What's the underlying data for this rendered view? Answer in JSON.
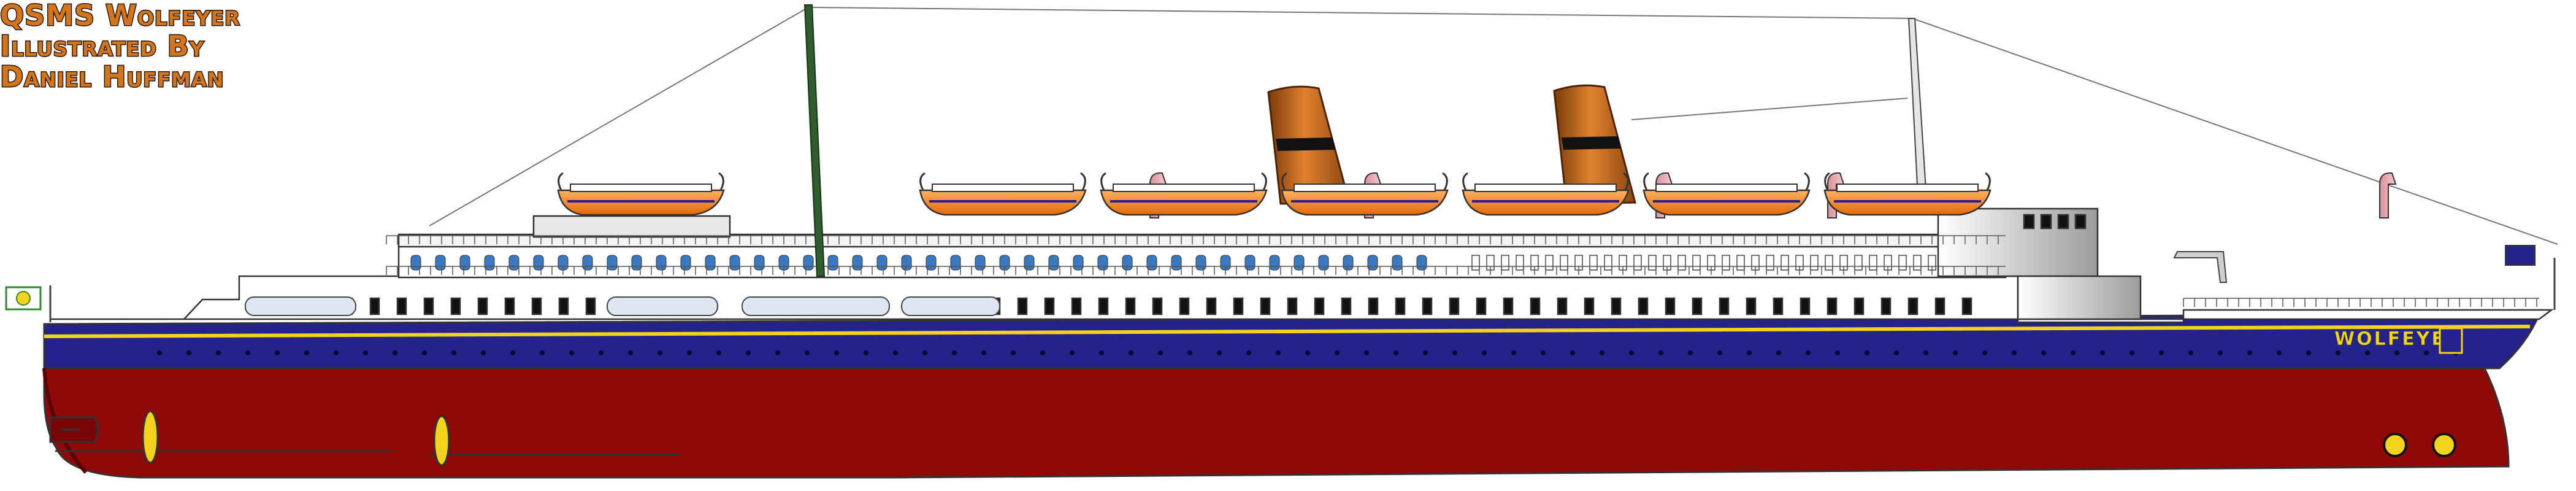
{
  "title": {
    "line1": "QSMS Wolfeyer",
    "line2": "Illustrated By",
    "line3": "Daniel Huffman"
  },
  "ship": {
    "name": "WOLFEYER",
    "colors": {
      "hull_blue": "#24238a",
      "hull_red": "#8f0909",
      "boot_line": "#f2d21b",
      "superstructure": "#ffffff",
      "funnel": "#c8661a",
      "funnel_band": "#111111",
      "lifeboat": "#f07a10",
      "mast": "#2f5e2c",
      "outline": "#333333"
    }
  }
}
